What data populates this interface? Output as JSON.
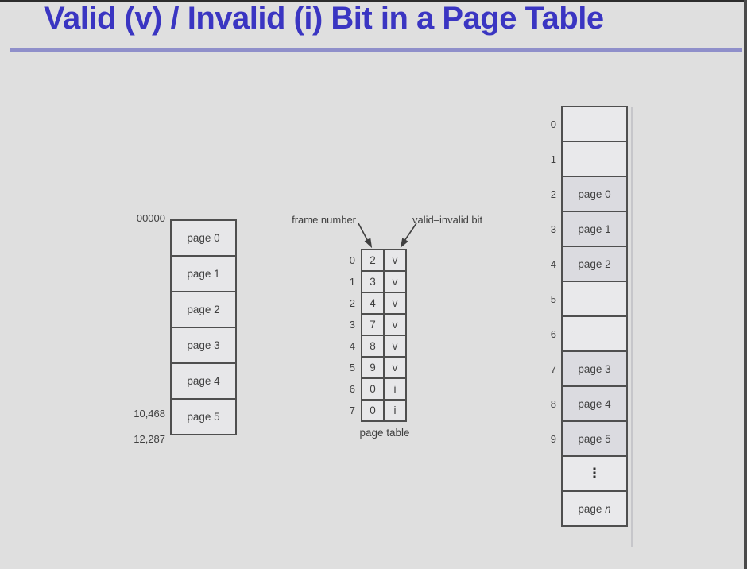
{
  "title": "Valid (v) / Invalid (i) Bit in a Page Table",
  "colors": {
    "title": "#3a35c2",
    "rule": "#8f8fca",
    "background": "#dfdfdf",
    "diagram_border": "#4f4f4f",
    "cell_fill": "#e7e7e9",
    "occupied_cell_fill": "#dbdbe0",
    "label_text": "#3f3f3f"
  },
  "logical_memory": {
    "top_address": "00000",
    "bottom_addresses": [
      "10,468",
      "12,287"
    ],
    "pages": [
      "page 0",
      "page 1",
      "page 2",
      "page 3",
      "page 4",
      "page 5"
    ]
  },
  "page_table": {
    "caption": "page table",
    "frame_number_label": "frame number",
    "valid_invalid_label": "valid–invalid bit",
    "rows": [
      {
        "index": "0",
        "frame": "2",
        "bit": "v"
      },
      {
        "index": "1",
        "frame": "3",
        "bit": "v"
      },
      {
        "index": "2",
        "frame": "4",
        "bit": "v"
      },
      {
        "index": "3",
        "frame": "7",
        "bit": "v"
      },
      {
        "index": "4",
        "frame": "8",
        "bit": "v"
      },
      {
        "index": "5",
        "frame": "9",
        "bit": "v"
      },
      {
        "index": "6",
        "frame": "0",
        "bit": "i"
      },
      {
        "index": "7",
        "frame": "0",
        "bit": "i"
      }
    ]
  },
  "physical_memory": {
    "rows": [
      {
        "index": "0",
        "label": ""
      },
      {
        "index": "1",
        "label": ""
      },
      {
        "index": "2",
        "label": "page 0"
      },
      {
        "index": "3",
        "label": "page 1"
      },
      {
        "index": "4",
        "label": "page 2"
      },
      {
        "index": "5",
        "label": ""
      },
      {
        "index": "6",
        "label": ""
      },
      {
        "index": "7",
        "label": "page 3"
      },
      {
        "index": "8",
        "label": "page 4"
      },
      {
        "index": "9",
        "label": "page 5"
      },
      {
        "index": "",
        "label": "⋮"
      },
      {
        "index": "",
        "label": ""
      }
    ],
    "last_row_prefix": "page ",
    "last_row_var": "n"
  }
}
